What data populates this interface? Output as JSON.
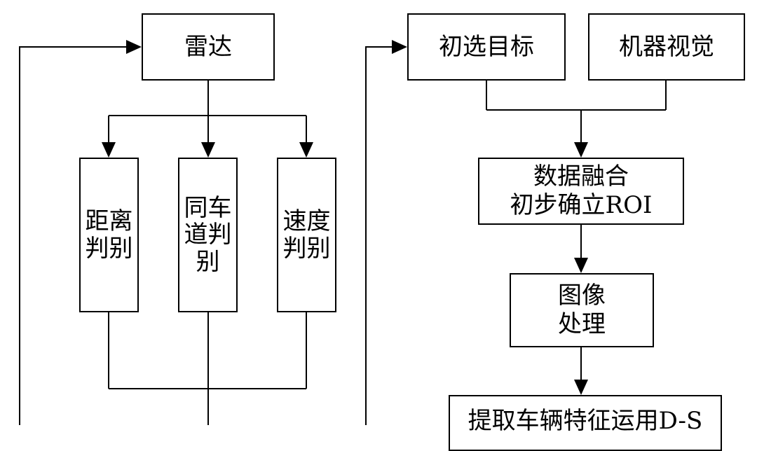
{
  "nodes": {
    "radar": "雷达",
    "distance": [
      "距离",
      "判别"
    ],
    "same_lane": [
      "同车",
      "道判",
      "别"
    ],
    "speed": [
      "速度",
      "判别"
    ],
    "initial_target": "初选目标",
    "machine_vision": "机器视觉",
    "fusion": [
      "数据融合",
      "初步确立ROI"
    ],
    "image_processing": [
      "图像",
      "处理"
    ],
    "feature_extraction": "提取车辆特征运用D-S"
  }
}
